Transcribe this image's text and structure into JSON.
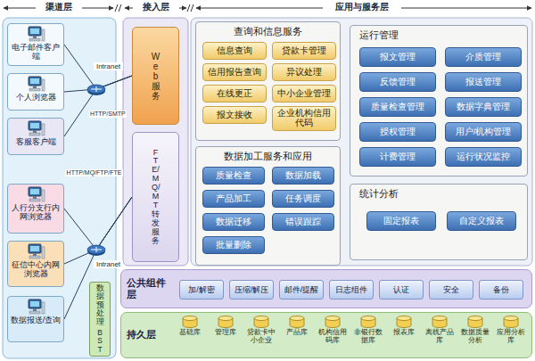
{
  "diagram": {
    "nodes": [
      {
        "text": [
          "电子邮件客户端"
        ]
      },
      {
        "text": [
          "个人浏览器"
        ]
      },
      {
        "text": [
          "客服客户端"
        ]
      },
      {
        "text": [
          "人行分支行内网浏览器"
        ]
      },
      {
        "text": [
          "征信中心内网浏览器"
        ]
      },
      {
        "text": [
          "数据报送/查询"
        ]
      },
      {
        "text": [
          "数据预处理",
          "BST"
        ]
      },
      {
        "text": [
          "Web服务"
        ]
      },
      {
        "text": [
          "FTE/MQ/MT转发服务"
        ]
      },
      {
        "text": [
          "查询和信息服务"
        ]
      },
      {
        "text": [
          "信息查询"
        ],
        "in": 9
      },
      {
        "text": [
          "贷款卡管理"
        ],
        "in": 9
      },
      {
        "text": [
          "信用报告查询"
        ],
        "in": 9
      },
      {
        "text": [
          "异议处理"
        ],
        "in": 9
      },
      {
        "text": [
          "在线更正"
        ],
        "in": 9
      },
      {
        "text": [
          "中小企业管理"
        ],
        "in": 9
      },
      {
        "text": [
          "报文接收"
        ],
        "in": 9
      },
      {
        "text": [
          "企业机构信用代码"
        ],
        "in": 9
      },
      {
        "text": [
          "数据加工服务和应用"
        ]
      },
      {
        "text": [
          "质量检查"
        ],
        "in": 18
      },
      {
        "text": [
          "数据加载"
        ],
        "in": 18
      },
      {
        "text": [
          "产品加工"
        ],
        "in": 18
      },
      {
        "text": [
          "任务调度"
        ],
        "in": 18
      },
      {
        "text": [
          "数据迁移"
        ],
        "in": 18
      },
      {
        "text": [
          "错误跟踪"
        ],
        "in": 18
      },
      {
        "text": [
          "批量删除"
        ],
        "in": 18
      },
      {
        "text": [
          "运行管理"
        ]
      },
      {
        "text": [
          "报文管理"
        ],
        "in": 26
      },
      {
        "text": [
          "介质管理"
        ],
        "in": 26
      },
      {
        "text": [
          "反馈管理"
        ],
        "in": 26
      },
      {
        "text": [
          "报送管理"
        ],
        "in": 26
      },
      {
        "text": [
          "质量检查管理"
        ],
        "in": 26
      },
      {
        "text": [
          "数据字典管理"
        ],
        "in": 26
      },
      {
        "text": [
          "授权管理"
        ],
        "in": 26
      },
      {
        "text": [
          "用户/机构管理"
        ],
        "in": 26
      },
      {
        "text": [
          "计费管理"
        ],
        "in": 26
      },
      {
        "text": [
          "运行状况监控"
        ],
        "in": 26
      },
      {
        "text": [
          "统计分析"
        ]
      },
      {
        "text": [
          "固定报表"
        ],
        "in": 37
      },
      {
        "text": [
          "自定义报表"
        ],
        "in": 37
      },
      {
        "text": [
          "公共组件层"
        ]
      },
      {
        "text": [
          "加/解密"
        ],
        "in": 40
      },
      {
        "text": [
          "压缩/解压"
        ],
        "in": 40
      },
      {
        "text": [
          "邮件/提醒"
        ],
        "in": 40
      },
      {
        "text": [
          "日志组件"
        ],
        "in": 40
      },
      {
        "text": [
          "认证"
        ],
        "in": 40
      },
      {
        "text": [
          "安全"
        ],
        "in": 40
      },
      {
        "text": [
          "备份"
        ],
        "in": 40
      },
      {
        "text": [
          "持久层"
        ]
      },
      {
        "text": [
          "基础库"
        ],
        "in": 48
      },
      {
        "text": [
          "管理库"
        ],
        "in": 48
      },
      {
        "text": [
          "贷款卡中小企业"
        ],
        "in": 48
      },
      {
        "text": [
          "产品库"
        ],
        "in": 48
      },
      {
        "text": [
          "机构信用码库"
        ],
        "in": 48
      },
      {
        "text": [
          "非银行数据库"
        ],
        "in": 48
      },
      {
        "text": [
          "报表库"
        ],
        "in": 48
      },
      {
        "text": [
          "离线产品库"
        ],
        "in": 48
      },
      {
        "text": [
          "数据质量分析"
        ],
        "in": 48
      },
      {
        "text": [
          "应用分析库"
        ],
        "in": 48
      }
    ],
    "edges": [
      {
        "from": 0,
        "to": 7,
        "arrow": "none"
      },
      {
        "from": 1,
        "to": 7,
        "arrow": "none"
      },
      {
        "from": 2,
        "to": 7,
        "arrow": "none"
      },
      {
        "from": 3,
        "to": 8,
        "arrow": "none"
      },
      {
        "from": 4,
        "to": 8,
        "arrow": "none"
      },
      {
        "from": 5,
        "to": 8,
        "arrow": "none"
      }
    ],
    "labels": [
      "渠道层",
      "接入层",
      "应用与服务层",
      "Intranet",
      "HTTP/SMTP",
      "Intranet",
      "HTTP/MQ/FTP/FTE"
    ]
  }
}
